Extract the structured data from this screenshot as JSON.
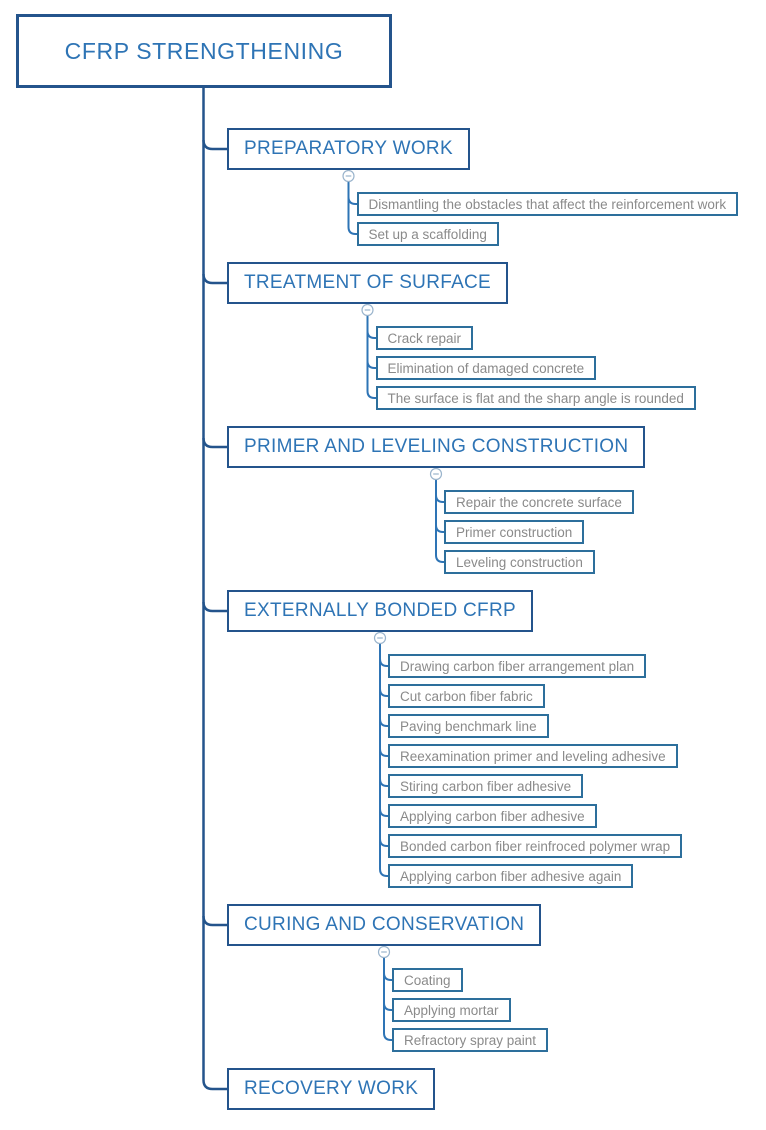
{
  "diagram": {
    "title": "CFRP STRENGTHENING",
    "root": {
      "label": "CFRP STRENGTHENING"
    },
    "branches": [
      {
        "label": "PREPARATORY WORK",
        "children": [
          "Dismantling the obstacles that affect the reinforcement work",
          "Set up a scaffolding"
        ]
      },
      {
        "label": "TREATMENT OF SURFACE",
        "children": [
          "Crack repair",
          "Elimination of damaged concrete",
          "The surface is flat and the sharp angle is rounded"
        ]
      },
      {
        "label": "PRIMER AND LEVELING CONSTRUCTION",
        "children": [
          "Repair the concrete surface",
          "Primer construction",
          "Leveling construction"
        ]
      },
      {
        "label": "EXTERNALLY BONDED CFRP",
        "children": [
          "Drawing carbon fiber arrangement plan",
          "Cut carbon fiber fabric",
          "Paving benchmark line",
          "Reexamination primer and leveling adhesive",
          "Stiring carbon fiber adhesive",
          "Applying carbon fiber adhesive",
          "Bonded carbon fiber reinfroced polymer wrap",
          "Applying carbon fiber adhesive again"
        ]
      },
      {
        "label": "CURING AND CONSERVATION",
        "children": [
          "Coating",
          "Applying mortar",
          "Refractory spray paint"
        ]
      },
      {
        "label": "RECOVERY WORK",
        "children": []
      }
    ],
    "collapse_icon": "minus-circle-icon",
    "collapse_icon_state": "expanded",
    "colors": {
      "background": "#FFFFFF",
      "root_border": "#24548C",
      "root_text": "#2E74B5",
      "branch_border": "#24548C",
      "branch_text": "#2E74B5",
      "child_border": "#2D6F9C",
      "child_text": "#8A8A8A",
      "trunk_line": "#24548C",
      "child_line": "#2E74B5",
      "collapse_icon_stroke": "#9AB4CC"
    }
  }
}
